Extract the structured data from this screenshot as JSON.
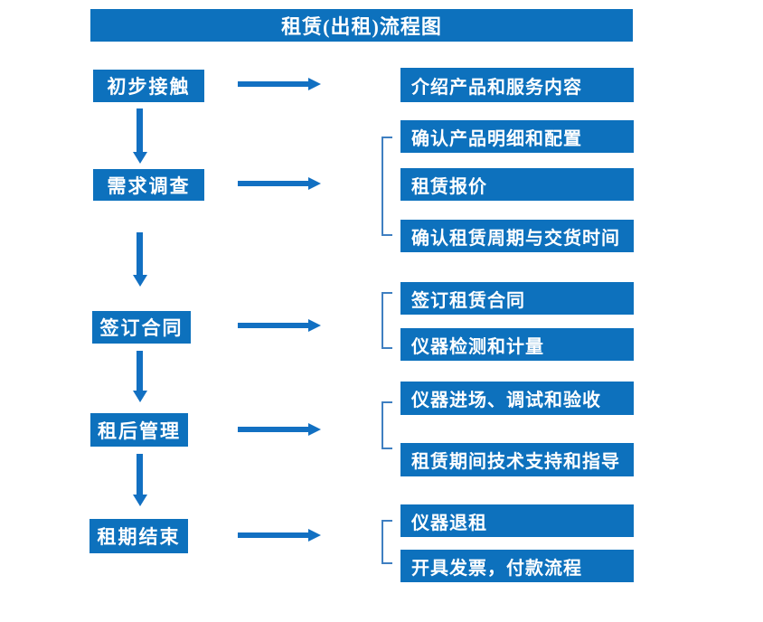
{
  "title": "租赁(出租)流程图",
  "colors": {
    "box_fill": "#0d71bd",
    "arrow": "#1270c2",
    "bracket": "#3f7fc1",
    "text": "#ffffff",
    "background": "#ffffff"
  },
  "flow": [
    {
      "step": "初步接触",
      "details": [
        "介绍产品和服务内容"
      ]
    },
    {
      "step": "需求调查",
      "details": [
        "确认产品明细和配置",
        "租赁报价",
        "确认租赁周期与交货时间"
      ]
    },
    {
      "step": "签订合同",
      "details": [
        "签订租赁合同",
        "仪器检测和计量"
      ]
    },
    {
      "step": "租后管理",
      "details": [
        "仪器进场、调试和验收",
        "租赁期间技术支持和指导"
      ]
    },
    {
      "step": "租期结束",
      "details": [
        "仪器退租",
        "开具发票，付款流程"
      ]
    }
  ]
}
